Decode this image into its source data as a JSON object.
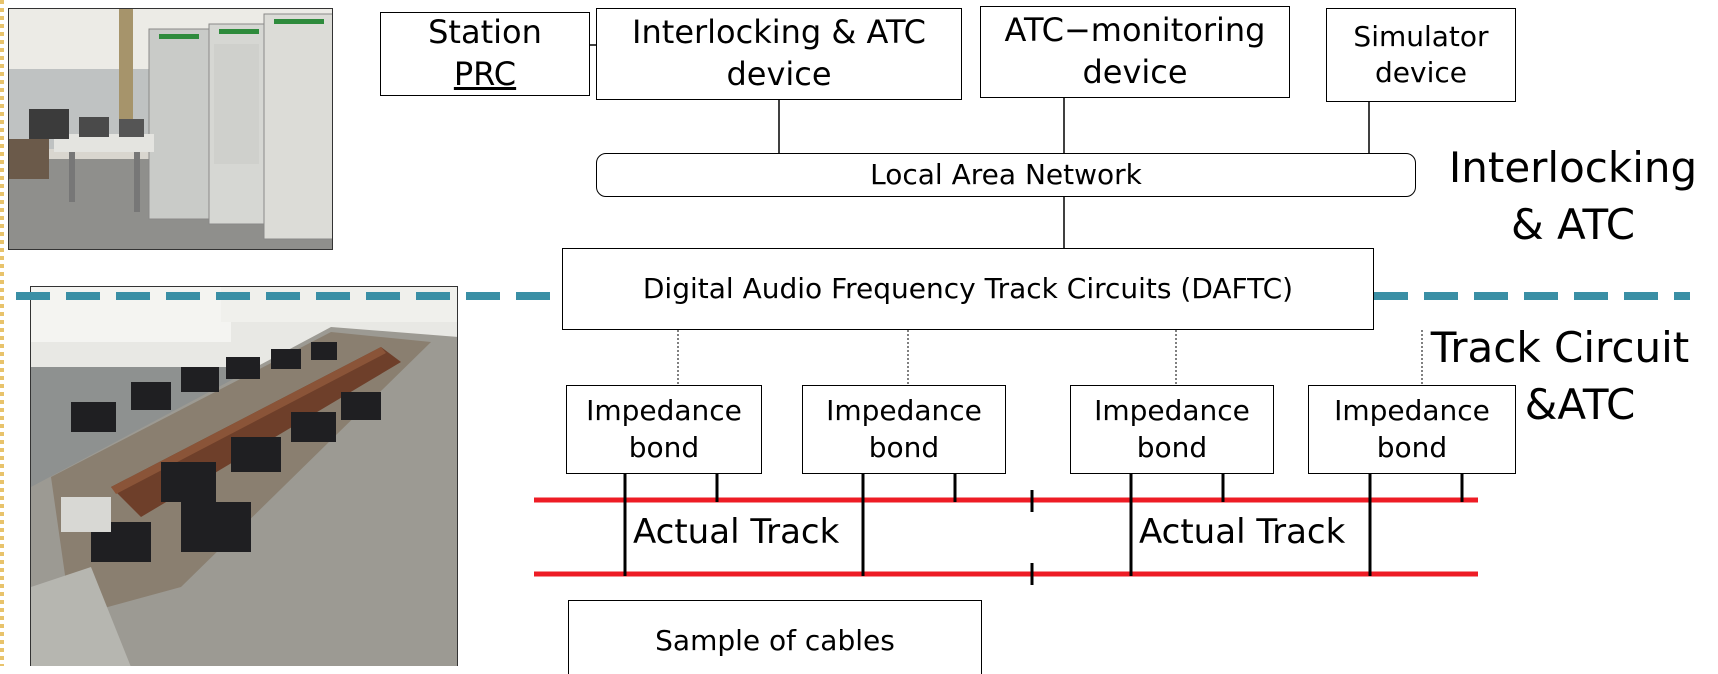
{
  "boxes": {
    "station_prc": [
      "Station",
      "PRC"
    ],
    "interlocking_atc": [
      "Interlocking & ATC",
      "device"
    ],
    "atc_monitoring": [
      "ATC−monitoring",
      "device"
    ],
    "simulator": [
      "Simulator",
      "device"
    ],
    "lan": "Local Area Network",
    "daftc": "Digital Audio Frequency Track Circuits (DAFTC)",
    "impedance_bond": [
      "Impedance",
      "bond"
    ],
    "sample_cables": "Sample of cables"
  },
  "labels": {
    "interlocking_atc": [
      "Interlocking",
      "& ATC"
    ],
    "track_circuit_atc": [
      "Track Circuit",
      "&ATC"
    ],
    "actual_track_1": "Actual Track",
    "actual_track_2": "Actual Track"
  },
  "colors": {
    "divider": "#3a8fa5",
    "rail": "#ee1c25",
    "photo_border": "#333333"
  },
  "icons": {
    "photo_top": "equipment-room-photo",
    "photo_bottom": "track-test-bed-photo"
  }
}
